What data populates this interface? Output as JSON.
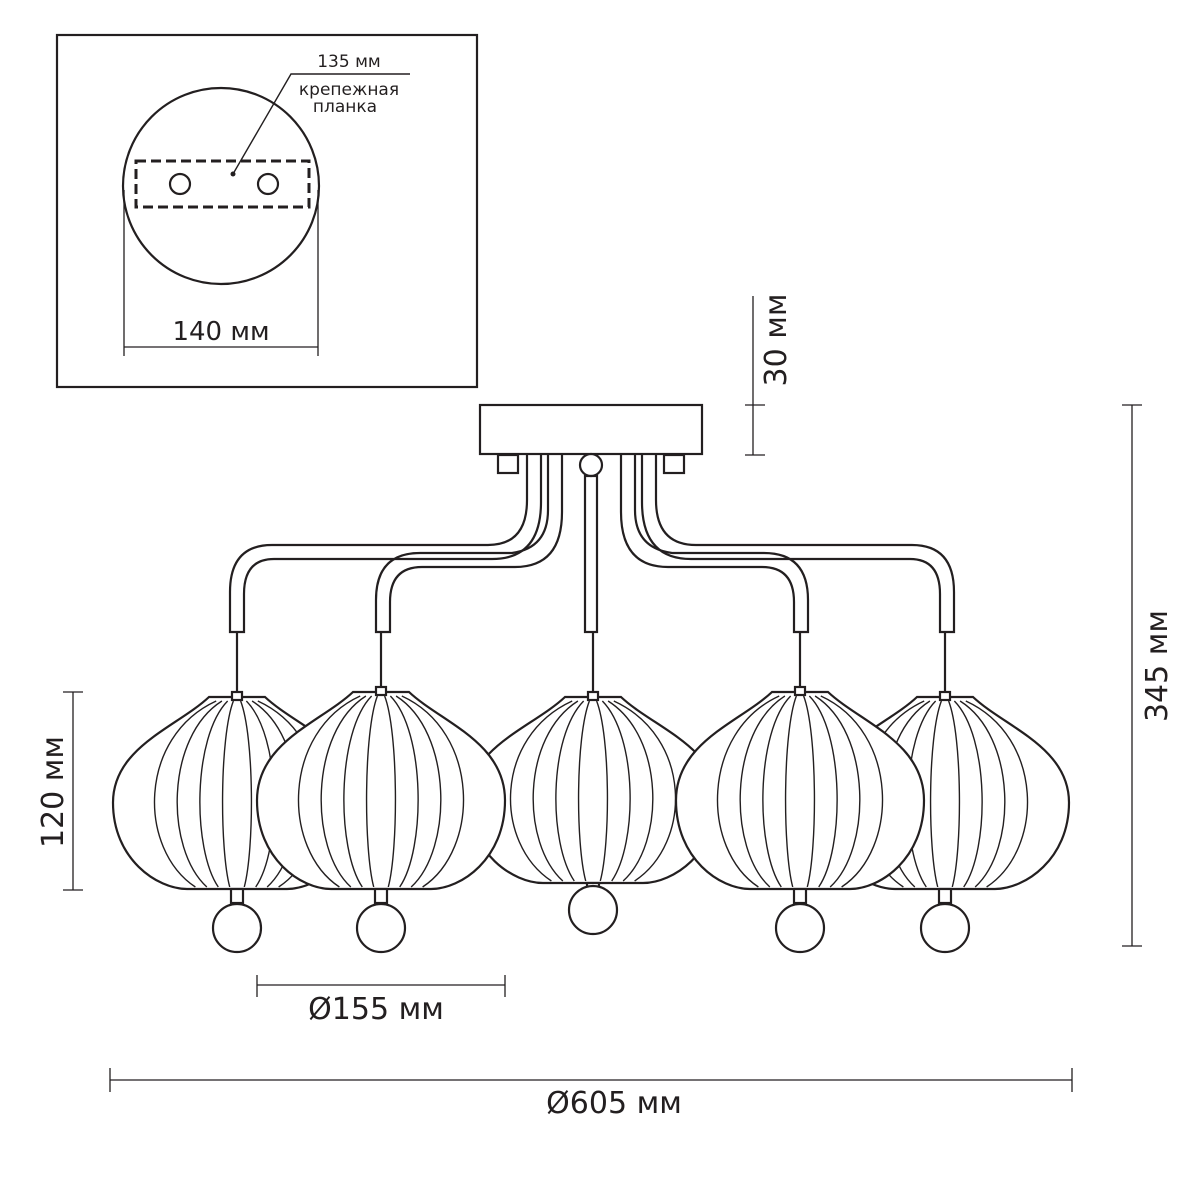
{
  "inset": {
    "mount_label": "135 мм",
    "bracket_line1": "крепежная",
    "bracket_line2": "планка",
    "canopy_width": "140 мм"
  },
  "dimensions": {
    "canopy_height": "30 мм",
    "total_height": "345 мм",
    "shade_height": "120 мм",
    "shade_diameter": "Ø155 мм",
    "total_diameter": "Ø605 мм"
  },
  "fixture": {
    "shade_count": 5
  }
}
